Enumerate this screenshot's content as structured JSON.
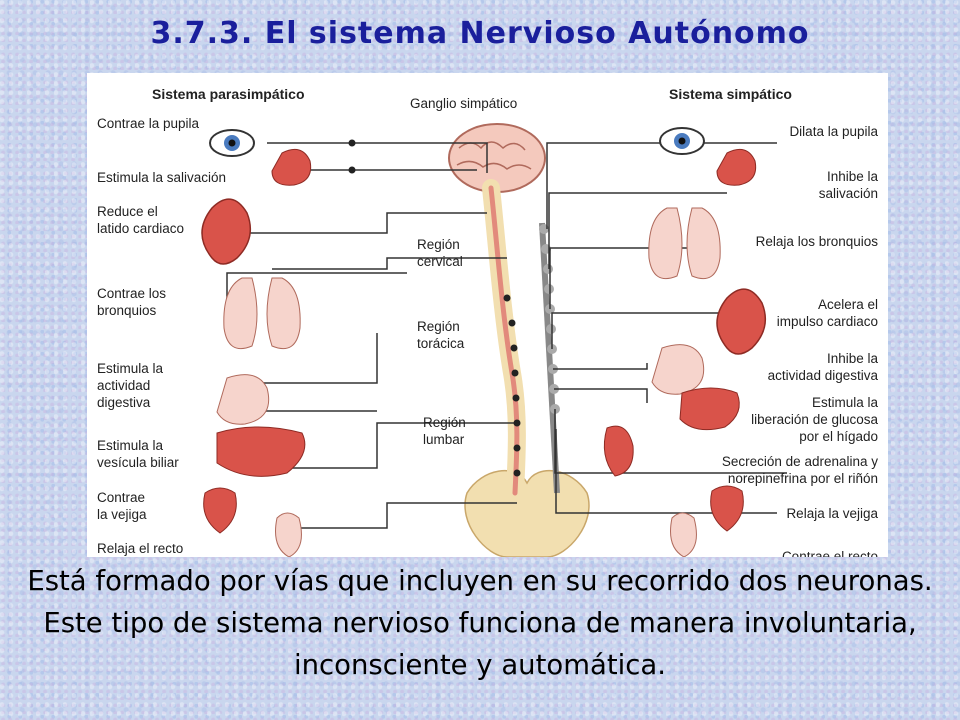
{
  "title": "3.7.3. El sistema Nervioso Autónomo",
  "diagram": {
    "parasympathetic": {
      "heading": "Sistema parasimpático",
      "items": [
        "Contrae la pupila",
        "Estimula la salivación",
        "Reduce el\nlatido cardiaco",
        "Contrae los\nbronquios",
        "Estimula la\nactividad\ndigestiva",
        "Estimula la\nvesícula biliar",
        "Contrae\nla vejiga",
        "Relaja el recto"
      ]
    },
    "center": {
      "ganglion": "Ganglio simpático",
      "regions": [
        "Región\ncervical",
        "Región\ntorácica",
        "Región\nlumbar"
      ]
    },
    "sympathetic": {
      "heading": "Sistema simpático",
      "items": [
        "Dilata la pupila",
        "Inhibe la\nsalivación",
        "Relaja los bronquios",
        "Acelera el\nimpulso cardiaco",
        "Inhibe la\nactividad digestiva",
        "Estimula la\nliberación de glucosa\npor el hígado",
        "Secreción de adrenalina y\nnorepinefrina por el riñón",
        "Relaja la vejiga",
        "Contrae el recto"
      ]
    }
  },
  "caption": "Está formado por vías que incluyen en su recorrido dos neuronas. Este tipo de sistema nervioso funciona de manera involuntaria, inconsciente y automática.",
  "colors": {
    "title": "#1a1f9c",
    "organ": "#d9534a",
    "spine": "#e8b5a8",
    "nerve_line": "#333333"
  }
}
